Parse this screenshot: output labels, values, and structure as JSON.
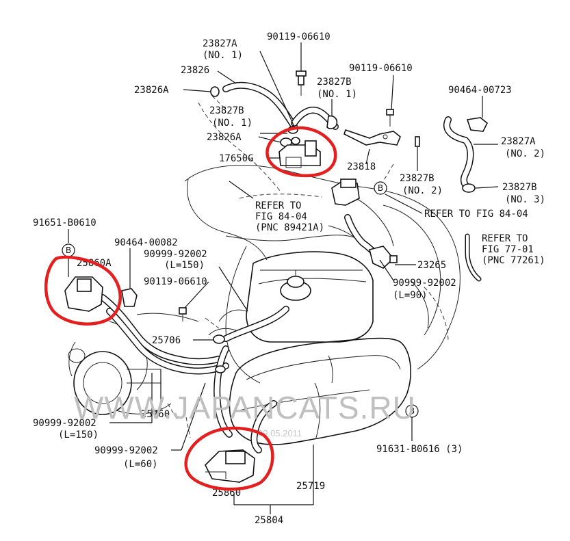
{
  "labels": {
    "p23827A_1": "23827A",
    "no1_a": "(NO. 1)",
    "p23826": "23826",
    "p23826A_top": "23826A",
    "p23827B_1a": "23827B",
    "no1_b": "(NO. 1)",
    "p23826A_mid": "23826A",
    "p17650G": "17650G",
    "p90119_top": "90119-06610",
    "p23827B_1b": "23827B",
    "no1_c": "(NO. 1)",
    "p90119_right": "90119-06610",
    "p90464_top": "90464-00723",
    "p23827A_2": "23827A",
    "no2_a": "(NO. 2)",
    "p23818": "23818",
    "p23827B_2": "23827B",
    "no2_b": "(NO. 2)",
    "p23827B_3": "23827B",
    "no3": "(NO. 3)",
    "refer_1a": "REFER TO",
    "refer_1b": "FIG 84-04",
    "refer_1c": "(PNC 89421A)",
    "bubble_b1": "B",
    "refer_2": "REFER TO FIG 84-04",
    "refer_3a": "REFER TO",
    "refer_3b": "FIG 77-01",
    "refer_3c": "(PNC 77261)",
    "p91651": "91651-B0610",
    "bubble_b2": "B",
    "p25860A": "25860A",
    "p90464_82": "90464-00082",
    "p90999_150a": "90999-92002",
    "l150a": "(L=150)",
    "p90119_left": "90119-06610",
    "p23265": "23265",
    "p90999_90": "90999-92002",
    "l90": "(L=90)",
    "p25706": "25706",
    "p25760": "25760",
    "p90999_150b": "90999-92002",
    "l150b": "(L=150)",
    "p90999_60": "90999-92002",
    "l60": "(L=60)",
    "bubble_b3": "B",
    "p91631": "91631-B0616 (3)",
    "p25860": "25860",
    "p25719": "25719",
    "p25804": "25804"
  },
  "watermark": {
    "text": "WWW.JAPANCATS.RU",
    "date": "09.05.2011"
  },
  "colors": {
    "highlight": "#e41f1f",
    "ink": "#111111",
    "watermark": "#bfbfbf"
  }
}
